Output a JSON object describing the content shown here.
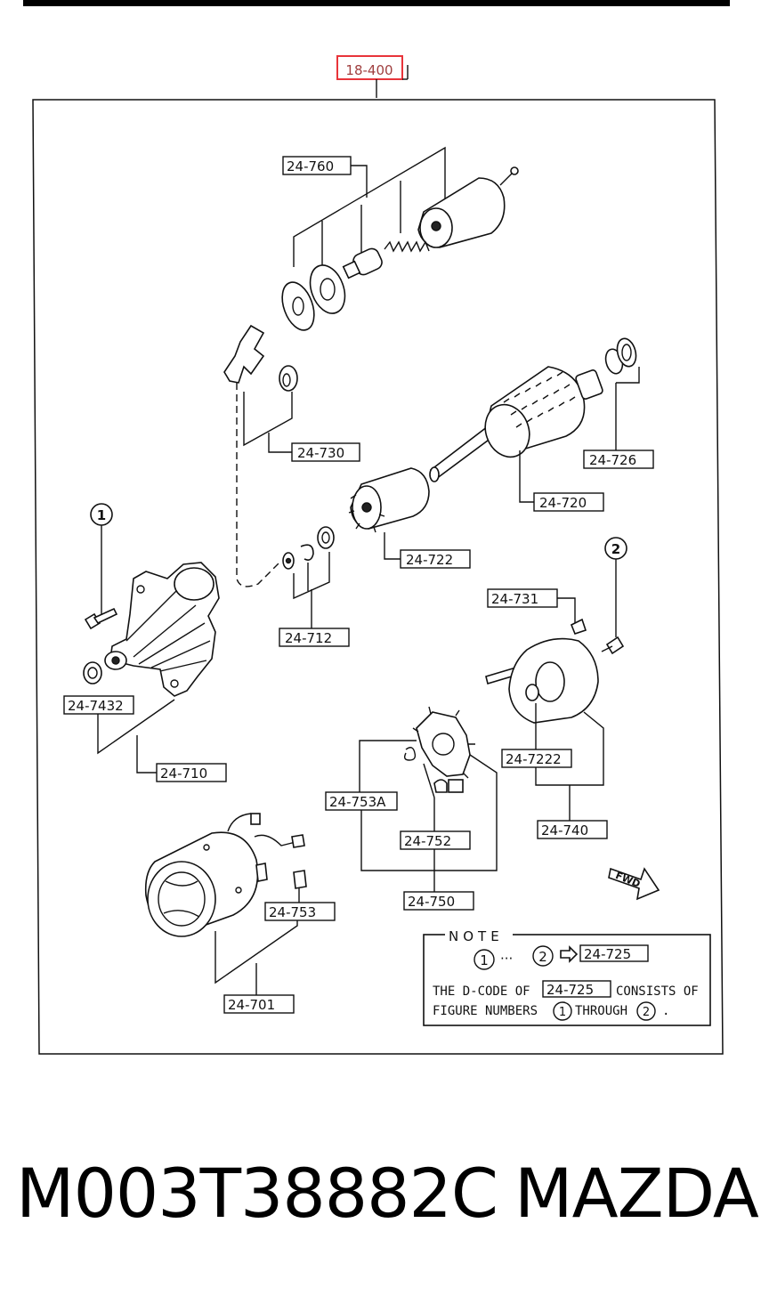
{
  "header_ref": "18-400",
  "callouts": {
    "c_24_760": "24-760",
    "c_24_730": "24-730",
    "c_24_726": "24-726",
    "c_24_720": "24-720",
    "c_24_722": "24-722",
    "c_24_712": "24-712",
    "c_24_731": "24-731",
    "c_24_7432": "24-7432",
    "c_24_710": "24-710",
    "c_24_7222": "24-7222",
    "c_24_753A": "24-753A",
    "c_24_752": "24-752",
    "c_24_740": "24-740",
    "c_24_750": "24-750",
    "c_24_753": "24-753",
    "c_24_701": "24-701"
  },
  "markers": {
    "m1": "1",
    "m2": "2"
  },
  "fwd": "FWD",
  "note": {
    "title": "NOTE",
    "range_dots": "···",
    "range_target": "24-725",
    "line1_pre": "THE D-CODE OF",
    "line1_code": "24-725",
    "line1_post": "CONSISTS OF",
    "line2_pre": "FIGURE NUMBERS",
    "line2_mid": "THROUGH",
    "line2_end": "."
  },
  "footer": {
    "part_number": "M003T38882C",
    "brand": "MAZDA"
  },
  "colors": {
    "highlight": "#e8343a",
    "ink": "#111111"
  }
}
